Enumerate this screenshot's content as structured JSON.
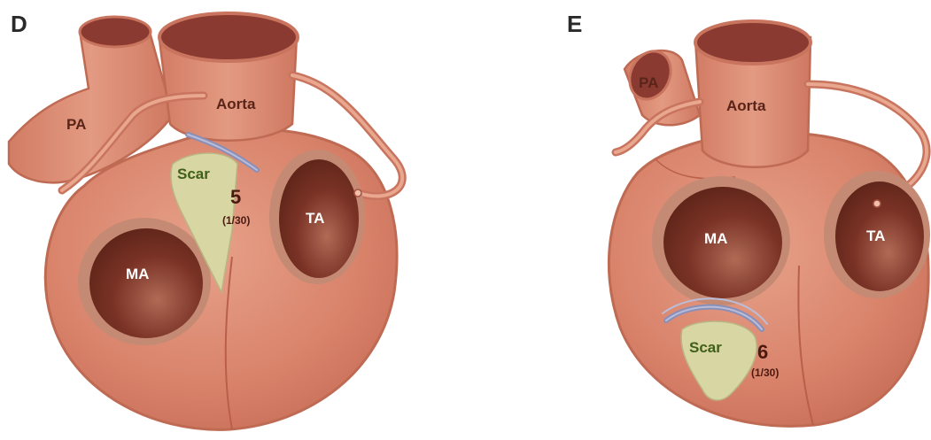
{
  "panels": [
    {
      "letter": "D",
      "labels": {
        "pa": "PA",
        "aorta": "Aorta",
        "scar": "Scar",
        "ma": "MA",
        "ta": "TA",
        "number": "5",
        "ratio": "(1/30)"
      }
    },
    {
      "letter": "E",
      "labels": {
        "pa": "PA",
        "aorta": "Aorta",
        "scar": "Scar",
        "ma": "MA",
        "ta": "TA",
        "number": "6",
        "ratio": "(1/30)"
      }
    }
  ],
  "colors": {
    "heart": "#d9826a",
    "heart_outline": "#b8604a",
    "vessel_inner": "#8a3a30",
    "annulus_ring": "#c58a74",
    "annulus_inner": "#6e2a1e",
    "scar": "#d8d6a2",
    "conduction": "#8a8fb8"
  }
}
